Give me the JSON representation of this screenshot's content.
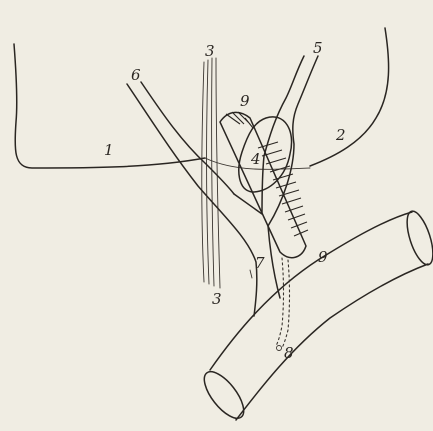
{
  "labels": {
    "l1": "1",
    "l2": "2",
    "l3_top": "3",
    "l3_bottom": "3",
    "l4": "4",
    "l5": "5",
    "l6": "6",
    "l7": "7",
    "l8": "8",
    "l9_top": "9",
    "l9_bottom": "9"
  },
  "colors": {
    "paper": "#f0ede3",
    "ink": "#2a2622"
  }
}
